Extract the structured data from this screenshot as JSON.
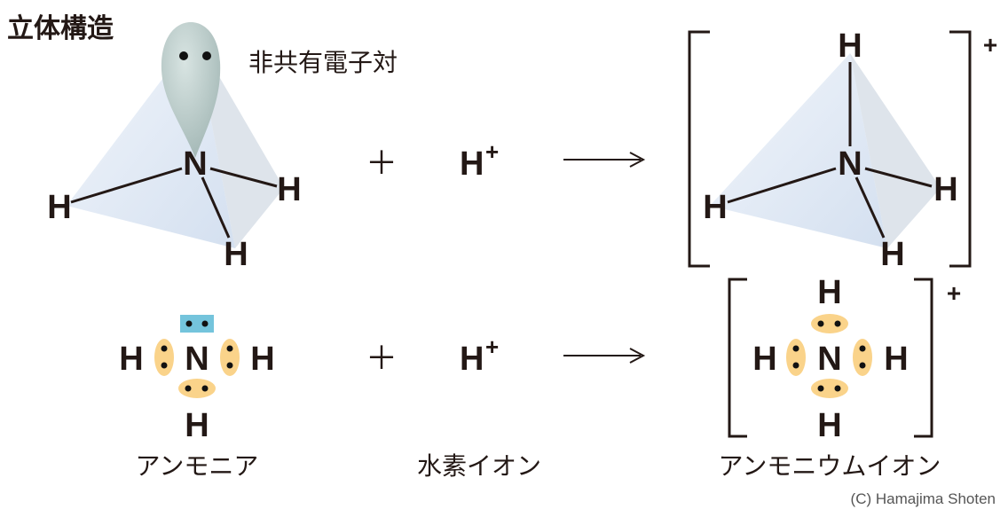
{
  "title": "立体構造",
  "lone_pair_label": "非共有電子対",
  "atoms": {
    "H": "H",
    "N": "N"
  },
  "plus_sign": "＋",
  "hydrogen_ion": {
    "symbol": "H",
    "charge": "+"
  },
  "ion_charge": "+",
  "labels": {
    "ammonia": "アンモニア",
    "hydrogen_ion": "水素イオン",
    "ammonium_ion": "アンモニウムイオン"
  },
  "copyright": "(C) Hamajima Shoten",
  "colors": {
    "lone_pair_box": "#74c4dc",
    "bond_pair": "#fad38a",
    "text": "#231815"
  }
}
